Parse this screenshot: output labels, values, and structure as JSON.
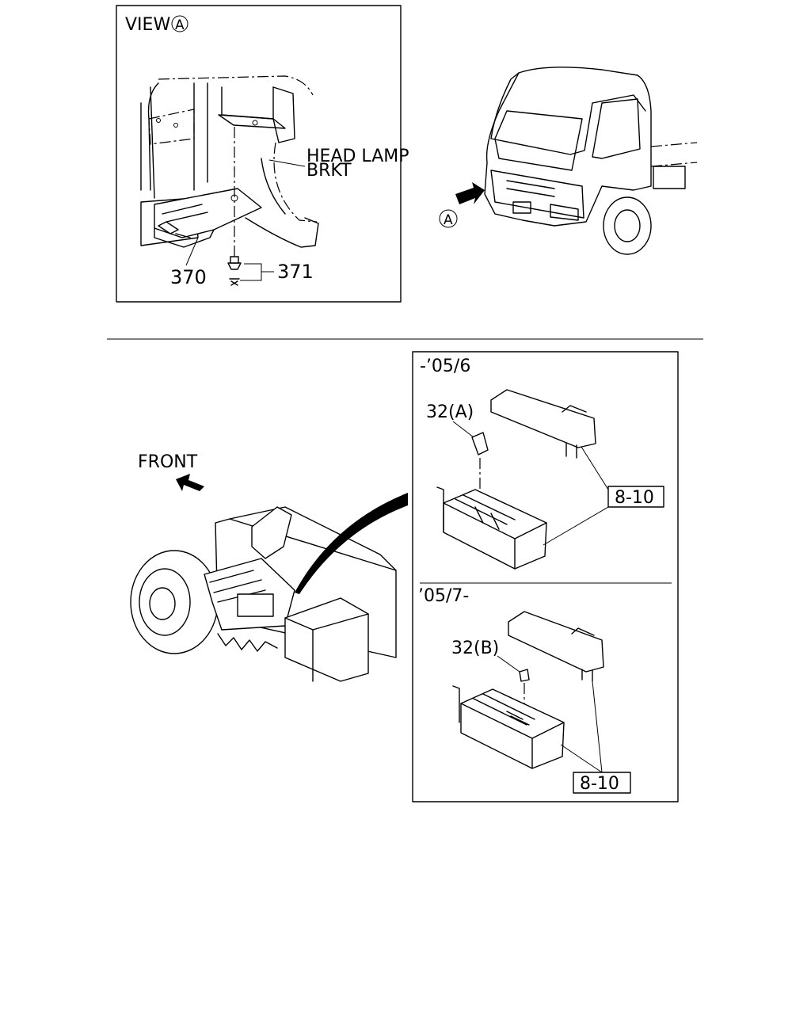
{
  "view_panel": {
    "title": "VIEW",
    "title_marker": "A",
    "bracket_label_line1": "HEAD LAMP",
    "bracket_label_line2": "BRKT",
    "part_370": "370",
    "part_371": "371"
  },
  "truck_panel": {
    "view_marker": "A"
  },
  "chassis_panel": {
    "front_label": "FRONT"
  },
  "relay_panel": {
    "top_period": "-’05/6",
    "top_part": "32(A)",
    "top_ref": "8-10",
    "bottom_period": "’05/7-",
    "bottom_part": "32(B)",
    "bottom_ref": "8-10"
  }
}
